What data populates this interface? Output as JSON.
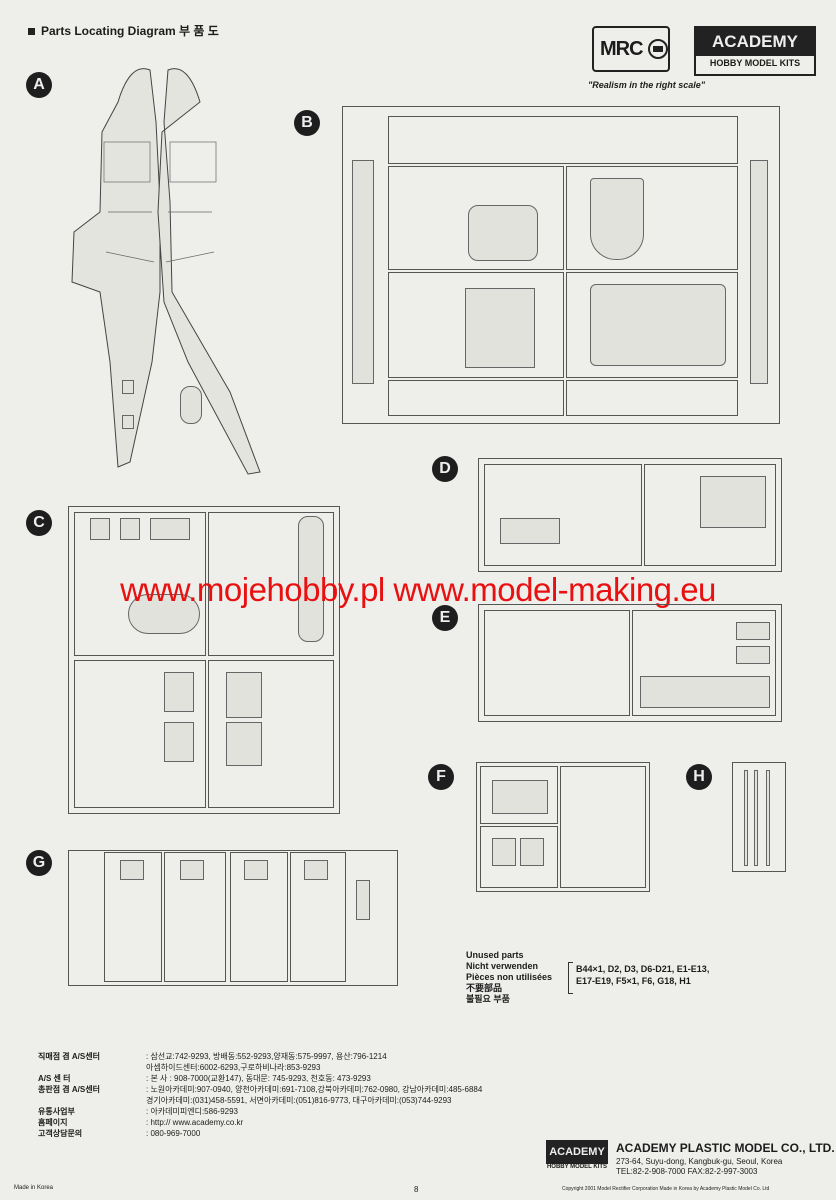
{
  "header": {
    "title": "Parts Locating Diagram  부 품 도"
  },
  "logos": {
    "mrc": "MRC",
    "academy": "ACADEMY",
    "academy_sub": "HOBBY MODEL KITS",
    "slogan": "\"Realism in the right scale\""
  },
  "sections": {
    "a": "A",
    "b": "B",
    "c": "C",
    "d": "D",
    "e": "E",
    "f": "F",
    "g": "G",
    "h": "H"
  },
  "watermark": "www.mojehobby.pl www.model-making.eu",
  "unused": {
    "title_en": "Unused parts",
    "title_de": "Nicht verwenden",
    "title_fr": "Pièces non utilisées",
    "title_jp": "不要部品",
    "title_kr": "불필요 부품",
    "list_line1": "B44×1, D2, D3, D6-D21, E1-E13,",
    "list_line2": "E17-E19, F5×1, F6, G18, H1"
  },
  "contacts": [
    {
      "label": "직매점 겸 A/S센터",
      "text": ": 삼선교:742-9293, 방배동:552-9293,양재동:575-9997, 용산:796-1214"
    },
    {
      "label": "",
      "text": "아셈하이드센터:6002-6293,구로하비나라:853-9293"
    },
    {
      "label": "A/S 센 터",
      "text": ": 본  사 : 908-7000(교환147), 동대문: 745-9293, 천호동: 473-9293"
    },
    {
      "label": "총판점 겸 A/S센터",
      "text": ": 노원아카데미:907-0940, 양천아카데미:691-7108,강북아카데미:762-0980, 강남아카데미:485-6884"
    },
    {
      "label": "",
      "text": "경기아카데미:(031)458-5591, 서면아카데미:(051)816-9773, 대구아카데미:(053)744-9293"
    },
    {
      "label": "유통사업부",
      "text": ": 아카데미피엔디:586-9293"
    },
    {
      "label": "홈페이지",
      "text": ": http:// www.academy.co.kr"
    },
    {
      "label": "고객상담문의",
      "text": ": 080-969-7000"
    }
  ],
  "footer": {
    "academy": "ACADEMY",
    "academy_sub": "HOBBY MODEL KITS",
    "company": "ACADEMY PLASTIC MODEL CO., LTD.",
    "address1": "273-64, Suyu-dong, Kangbuk-gu, Seoul, Korea",
    "address2": "TEL:82-2-908-7000  FAX:82-2-997-3003",
    "made_in": "Made in Korea",
    "page_number": "8",
    "copyright": "Copyright 2001 Model Rectifier Corporation Made in Korea by Academy Plastic Model Co. Ltd"
  }
}
